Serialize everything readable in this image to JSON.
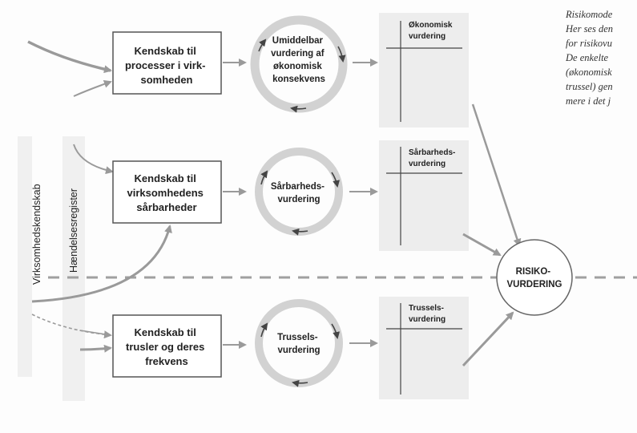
{
  "side_labels": {
    "left": "Virksomhedskendskab",
    "right": "Hændelsesregister"
  },
  "rows": [
    {
      "knowledge": [
        "Kendskab til",
        "processer i virk-",
        "somheden"
      ],
      "cycle": [
        "Umiddelbar",
        "vurdering af",
        "økonomisk",
        "konsekvens"
      ],
      "matrix": [
        "Økonomisk",
        "vurdering"
      ]
    },
    {
      "knowledge": [
        "Kendskab til",
        "virksomhedens",
        "sårbarheder"
      ],
      "cycle": [
        "Sårbarheds-",
        "vurdering"
      ],
      "matrix": [
        "Sårbarheds-",
        "vurdering"
      ]
    },
    {
      "knowledge": [
        "Kendskab til",
        "trusler og deres",
        "frekvens"
      ],
      "cycle": [
        "Trussels-",
        "vurdering"
      ],
      "matrix": [
        "Trussels-",
        "vurdering"
      ]
    }
  ],
  "risk": [
    "RISIKO-",
    "VURDERING"
  ],
  "caption": [
    "Risikomode",
    "Her ses den",
    "for risikovu",
    "De enkelte",
    "(økonomisk",
    "trussel) gen",
    "mere i det j"
  ]
}
